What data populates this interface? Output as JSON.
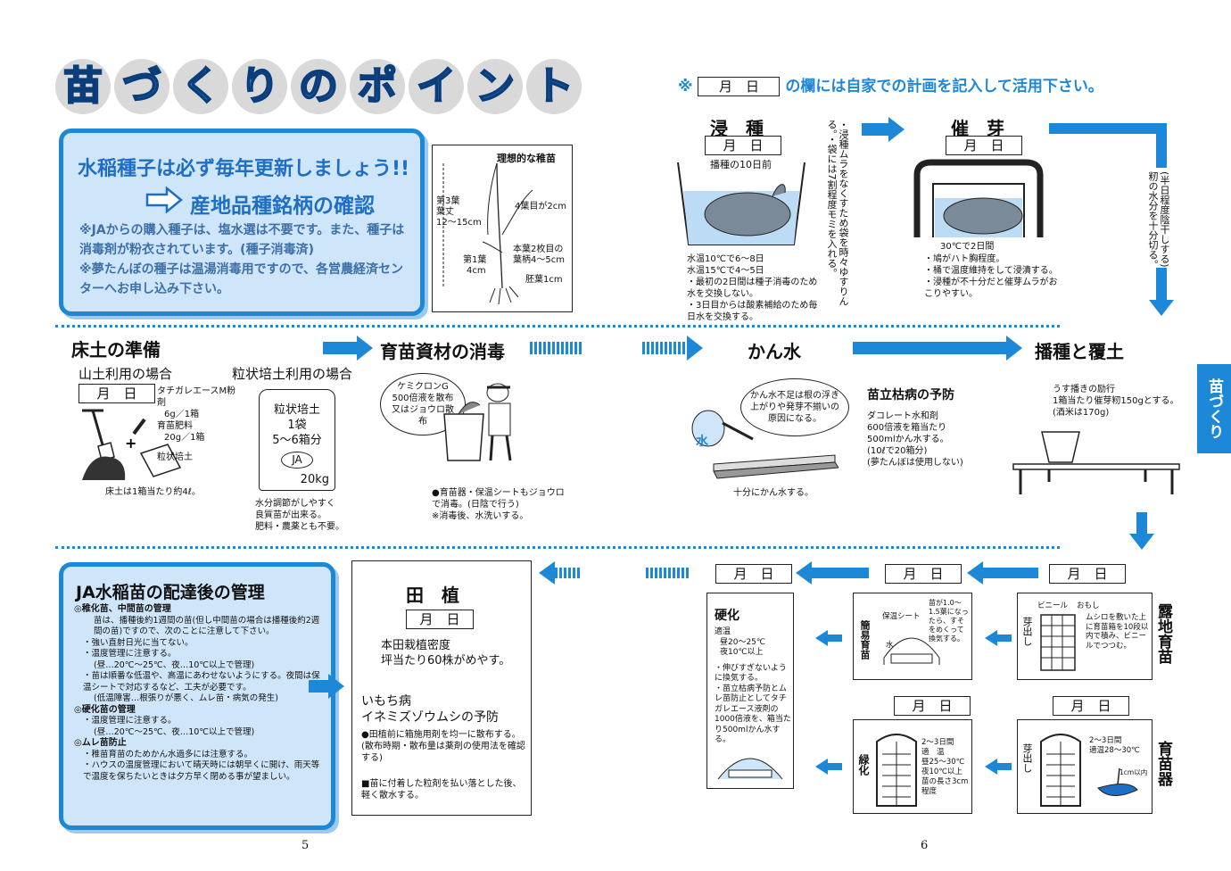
{
  "page": {
    "title_chars": [
      "苗",
      "づ",
      "く",
      "り",
      "の",
      "ポ",
      "イ",
      "ン",
      "ト"
    ],
    "notice_prefix": "※",
    "notice_suffix": "の欄には自家での計画を記入して活用下さい。",
    "page_left": "5",
    "page_right": "6",
    "side_tab": "苗づくり"
  },
  "date_label": "月　日",
  "seed_box": {
    "heading": "水稲種子は必ず毎年更新しましょう!!",
    "subheading": "産地品種銘柄の確認",
    "note1": "※JAからの購入種子は、塩水選は不要です。また、種子は消毒剤が粉衣されています。(種子消毒済)",
    "note2": "※夢たんぼの種子は温湯消毒用ですので、各営農経済センターへお申し込み下さい。"
  },
  "seedling": {
    "title": "理想的な稚苗",
    "l1": "第3葉",
    "l2": "葉丈",
    "l3": "12～15cm",
    "l4": "第1葉",
    "l5": "4cm",
    "r1": "4葉目が2cm",
    "r2": "本葉2枚目の",
    "r3": "葉柄4～5cm",
    "r4": "胚葉1cm"
  },
  "soaking": {
    "title": "浸　種",
    "note_top": "播種の10日前",
    "t1": "水温10℃で6～8日",
    "t2": "水温15℃で4～5日",
    "t3": "・最初の2日間は種子消毒のため水を交換しない。",
    "t4": "・3日目からは酸素補給のため毎日水を交換する。",
    "side": "・浸種ムラをなくすため袋を時々ゆすりんる。・袋には7割程度モミを入れる。"
  },
  "sprouting": {
    "title": "催　芽",
    "temp": "30℃で2日間",
    "t1": "・鳩がハト胸程度。",
    "t2": "・桶で温度維持をして浸漬する。",
    "t3": "・浸種が不十分だと催芽ムラがおこりやすい。",
    "side": "(半日程度陰干しする)籾の水分を十分切る。"
  },
  "steps": {
    "bed_soil": "床土の準備",
    "disinfect": "育苗資材の消毒",
    "watering": "かん水",
    "sowing": "播種と覆土"
  },
  "bed_soil": {
    "case1": "山土利用の場合",
    "case2": "粒状培土利用の場合",
    "chem1": "タチガレエースM粉剤",
    "chem2": "6g／1箱",
    "chem3": "育苗肥料",
    "chem4": "20g／1箱",
    "bag_label": "粒状培土",
    "bag_note": "床土は1箱当たり約4ℓ。",
    "bag1": "粒状培土",
    "bag2": "1袋",
    "bag3": "5～6箱分",
    "bag_ja": "JA",
    "bag_kg": "20kg",
    "note2a": "水分調節がしやすく",
    "note2b": "良質苗が出来る。",
    "note2c": "肥料・農薬とも不要。"
  },
  "disinfect": {
    "bubble": "ケミクロンG 500倍液を散布又はジョウロ散布",
    "n1": "●育苗器・保温シートもジョウロで消毒。(日陰で行う)",
    "n2": "※消毒後、水洗いする。"
  },
  "watering": {
    "bubble": "かん水不足は根の浮き上がりや発芽不揃いの原因になる。",
    "caption": "十分にかん水する。",
    "water_char": "水"
  },
  "damping": {
    "title": "苗立枯病の予防",
    "t1": "ダコレート水和剤",
    "t2": "600倍液を箱当たり",
    "t3": "500mlかん水する。",
    "t4": "(10ℓで20箱分)",
    "t5": "(夢たんぼは使用しない)"
  },
  "sowing": {
    "t1": "うす播きの励行",
    "t2": "1箱当たり催芽籾150gとする。",
    "t3": "(酒米は170g)"
  },
  "management": {
    "title": "JA水稲苗の配達後の管理",
    "s1": "◎稚化苗、中間苗の管理",
    "s1a": "苗は、播種後約1週間の苗(但し中間苗の場合は播種後約2週間の苗)ですので、次のことに注意して下さい。",
    "s1b": "・強い直射日光に当てない。",
    "s1c": "・温度管理に注意する。",
    "s1d": "(昼…20℃～25℃、夜…10℃以上で管理)",
    "s1e": "・苗は順番な低温や、高温にあわせないようにする。夜間は保温シートで対応するなど、工夫が必要です。",
    "s1f": "(低温障害…根張りが悪く、ムレ苗・病気の発生)",
    "s2": "◎硬化苗の管理",
    "s2a": "・温度管理に注意する。",
    "s2b": "(昼…20℃～25℃、夜…10℃以上で管理)",
    "s3": "◎ムレ苗防止",
    "s3a": "・稚苗育苗のためかん水過多には注意する。",
    "s3b": "・ハウスの温度管理において晴天時には朝早くに開け、雨天等で温度を保ちたいときは夕方早く閉める事が望ましい。"
  },
  "planting": {
    "title": "田　植",
    "t1": "本田栽植密度",
    "t2": "坪当たり60株がめやす。",
    "d1": "いもち病",
    "d2": "イネミズゾウムシの予防",
    "d3": "●田植前に箱施用剤を均一に散布する。",
    "d4": "(散布時期・散布量は薬剤の使用法を確認する)",
    "d5": "■苗に付着した粒剤を払い落とした後、軽く散水する。"
  },
  "hardening": {
    "title": "硬化",
    "t1": "適温",
    "t2": "昼20～25℃",
    "t3": "夜10℃以上",
    "t4": "・伸びすぎないように換気する。",
    "t5": "・苗立枯病予防とムレ苗防止としてタチガレエース液剤の1000倍液を、箱当たり500mlかん水する。"
  },
  "simple": {
    "label": "簡易育苗",
    "sheet": "保温シート",
    "water": "水",
    "note": "苗が1.0～1.5葉になったら、すそをめくって換気する。"
  },
  "open": {
    "label": "露地育苗",
    "vinyl": "ビニール",
    "weight": "おもし",
    "note": "ムシロを敷いた上に育苗箱を10段以内で積み、ビニールでつつむ。",
    "sprout": "芽出し"
  },
  "green": {
    "label": "緑化",
    "t1": "2～3日間",
    "t2": "適　温",
    "t3": "昼25～30℃",
    "t4": "夜10℃以上",
    "t5": "苗の長さ3cm程度"
  },
  "incubator": {
    "label": "育苗器",
    "t1": "2～3日間",
    "t2": "適温28～30℃",
    "t3": "1cm以内",
    "sprout": "芽出し"
  }
}
